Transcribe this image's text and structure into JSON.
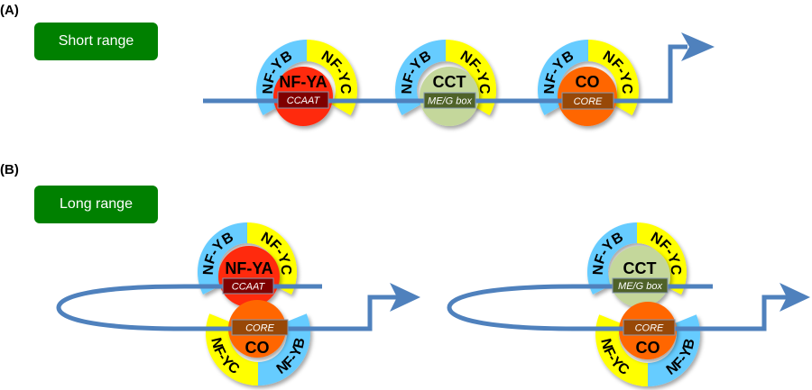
{
  "figure": {
    "dna_color": "#4f81bd",
    "badge_color": "#008000",
    "panel_a": {
      "label": "(A)",
      "badge": "Short range",
      "complexes": [
        {
          "core": {
            "label": "NF-YA",
            "color": "#ff2a0a"
          },
          "motif": {
            "label": "CCAAT",
            "color": "#7f0000"
          },
          "ring": [
            {
              "label": "NF-YB",
              "color": "#66ccff"
            },
            {
              "label": "NF-YC",
              "color": "#ffff00"
            }
          ]
        },
        {
          "core": {
            "label": "CCT",
            "color": "#c4d79b"
          },
          "motif": {
            "label": "ME/G box",
            "color": "#4f6228"
          },
          "ring": [
            {
              "label": "NF-YB",
              "color": "#66ccff"
            },
            {
              "label": "NF-YC",
              "color": "#ffff00"
            }
          ]
        },
        {
          "core": {
            "label": "CO",
            "color": "#ff6600"
          },
          "motif": {
            "label": "CORE",
            "color": "#984807"
          },
          "ring": [
            {
              "label": "NF-YB",
              "color": "#66ccff"
            },
            {
              "label": "NF-YC",
              "color": "#ffff00"
            }
          ]
        }
      ]
    },
    "panel_b": {
      "label": "(B)",
      "badge": "Long range",
      "loops": [
        {
          "upper": {
            "core": {
              "label": "NF-YA",
              "color": "#ff2a0a"
            },
            "motif": {
              "label": "CCAAT",
              "color": "#7f0000"
            },
            "ring": [
              {
                "label": "NF-YB",
                "color": "#66ccff"
              },
              {
                "label": "NF-YC",
                "color": "#ffff00"
              }
            ]
          },
          "lower": {
            "core": {
              "label": "CO",
              "color": "#ff6600"
            },
            "motif": {
              "label": "CORE",
              "color": "#984807"
            },
            "ring": [
              {
                "label": "NF-YC",
                "color": "#ffff00"
              },
              {
                "label": "NF-YB",
                "color": "#66ccff"
              }
            ]
          }
        },
        {
          "upper": {
            "core": {
              "label": "CCT",
              "color": "#c4d79b"
            },
            "motif": {
              "label": "ME/G box",
              "color": "#4f6228"
            },
            "ring": [
              {
                "label": "NF-YB",
                "color": "#66ccff"
              },
              {
                "label": "NF-YC",
                "color": "#ffff00"
              }
            ]
          },
          "lower": {
            "core": {
              "label": "CO",
              "color": "#ff6600"
            },
            "motif": {
              "label": "CORE",
              "color": "#984807"
            },
            "ring": [
              {
                "label": "NF-YC",
                "color": "#ffff00"
              },
              {
                "label": "NF-YB",
                "color": "#66ccff"
              }
            ]
          }
        }
      ]
    }
  }
}
